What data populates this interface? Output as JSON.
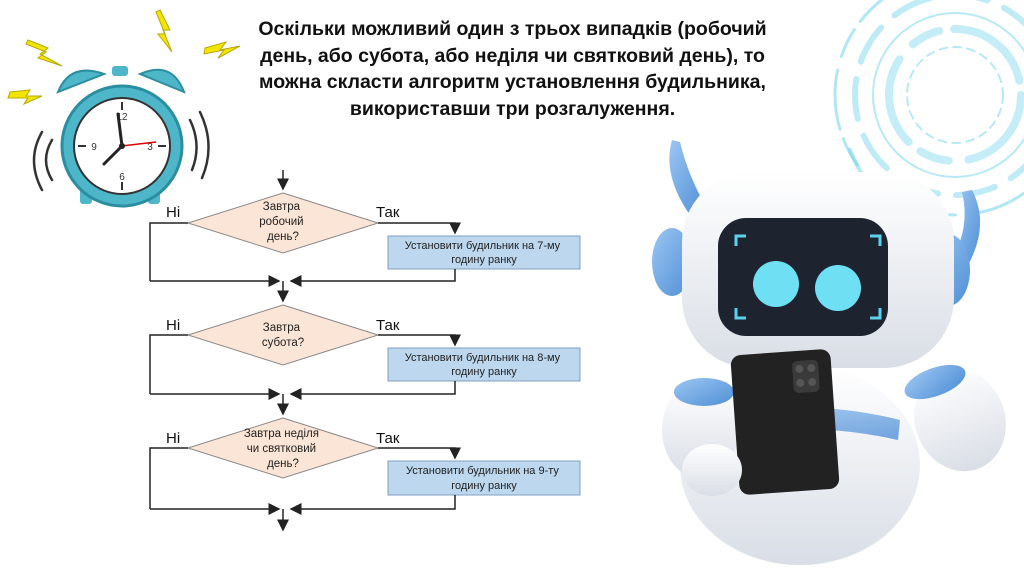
{
  "title": {
    "lines": [
      "Оскільки можливий один з трьох випадків (робочий",
      "день, або субота, або неділя чи святковий день), то",
      "можна скласти алгоритм установлення будильника,",
      "використавши три розгалуження."
    ]
  },
  "flowchart": {
    "decisions": [
      {
        "question_lines": [
          "Завтра",
          "робочий",
          "день?"
        ],
        "no_label": "Ні",
        "yes_label": "Так",
        "action_lines": [
          "Установити будильник на 7-му",
          "годину ранку"
        ]
      },
      {
        "question_lines": [
          "Завтра",
          "субота?"
        ],
        "no_label": "Ні",
        "yes_label": "Так",
        "action_lines": [
          "Установити будильник на 8-му",
          "годину ранку"
        ]
      },
      {
        "question_lines": [
          "Завтра неділя",
          "чи святковий",
          "день?"
        ],
        "no_label": "Ні",
        "yes_label": "Так",
        "action_lines": [
          "Установити будильник на 9-ту",
          "годину ранку"
        ]
      }
    ]
  },
  "colors": {
    "decision_fill": "#fbe5d6",
    "action_fill": "#bdd7ee",
    "robot_accent": "#5b9bd5",
    "clock_body": "#4db6c9",
    "bolt": "#f2e600"
  },
  "icons": [
    "alarm-clock-icon",
    "robot-icon",
    "lightning-bolt-icon",
    "hud-circle-decoration"
  ]
}
